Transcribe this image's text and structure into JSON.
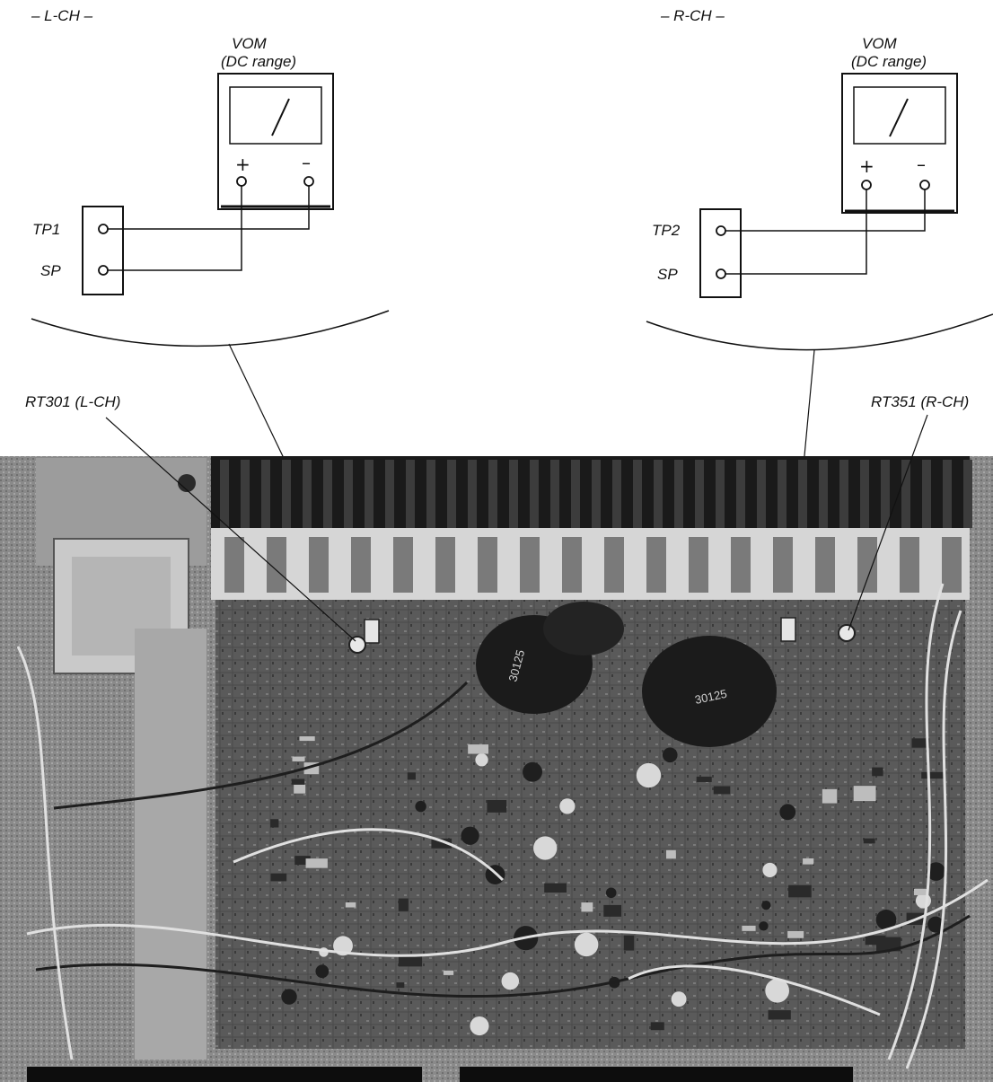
{
  "left_channel": {
    "heading": "– L-CH –",
    "meter_title": "VOM",
    "meter_range": "(DC range)",
    "plus": "+",
    "minus": "–",
    "test_point": "TP1",
    "speaker_point": "SP",
    "trimmer_label": "RT301 (L-CH)"
  },
  "right_channel": {
    "heading": "– R-CH –",
    "meter_title": "VOM",
    "meter_range": "(DC range)",
    "plus": "+",
    "minus": "–",
    "test_point": "TP2",
    "speaker_point": "SP",
    "trimmer_label": "RT351 (R-CH)"
  },
  "board_markings": {
    "capacitor_left": "30125",
    "capacitor_right": "30125"
  }
}
